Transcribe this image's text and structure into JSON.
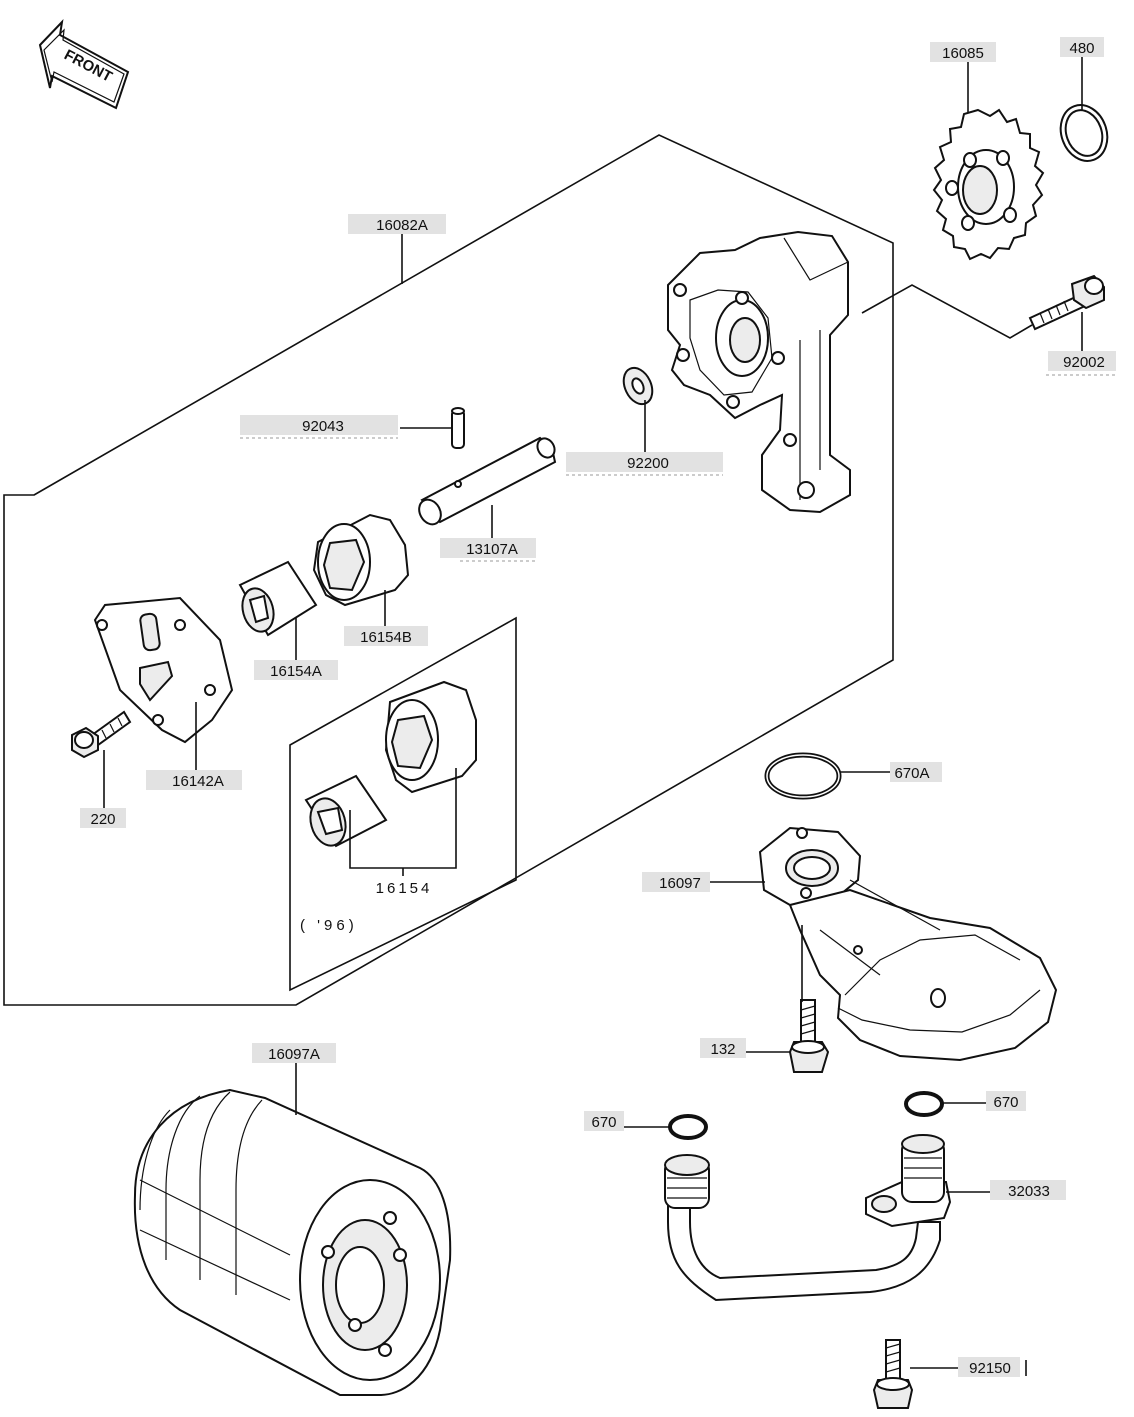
{
  "front_arrow": {
    "text": "FRONT"
  },
  "group_label": "16154",
  "year_note": "( '96)",
  "parts": {
    "p16085": "16085",
    "p480": "480",
    "p16082A": "16082A",
    "p92002": "92002",
    "p92043": "92043",
    "p92200": "92200",
    "p13107A": "13107A",
    "p16154B": "16154B",
    "p16154A": "16154A",
    "p16142A": "16142A",
    "p220": "220",
    "p670A": "670A",
    "p16097": "16097",
    "p132": "132",
    "p16097A": "16097A",
    "p670_left": "670",
    "p670_right": "670",
    "p32033": "32033",
    "p92150": "92150"
  }
}
